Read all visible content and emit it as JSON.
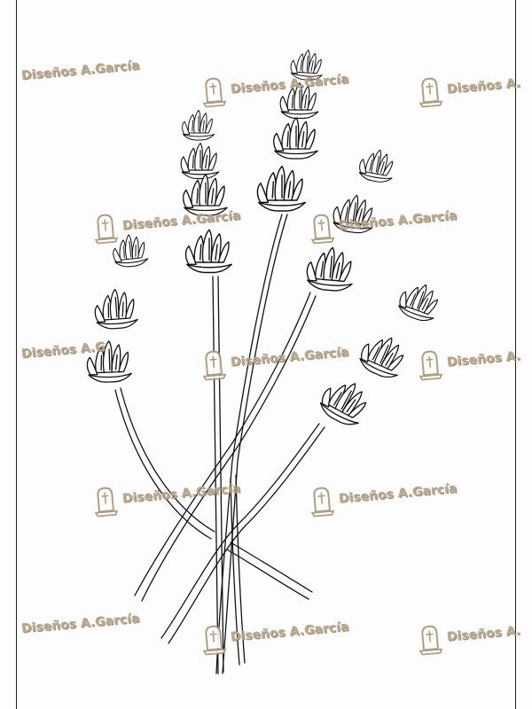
{
  "watermark": {
    "text": "Diseños A.García",
    "text_cut": "Diseños A.G",
    "text_short": "Diseños A.",
    "logo_icon": "tombstone-cross-icon",
    "color": "#b5a38a"
  },
  "drawing": {
    "subject": "lavender-sprigs",
    "stroke_color": "#111111"
  }
}
